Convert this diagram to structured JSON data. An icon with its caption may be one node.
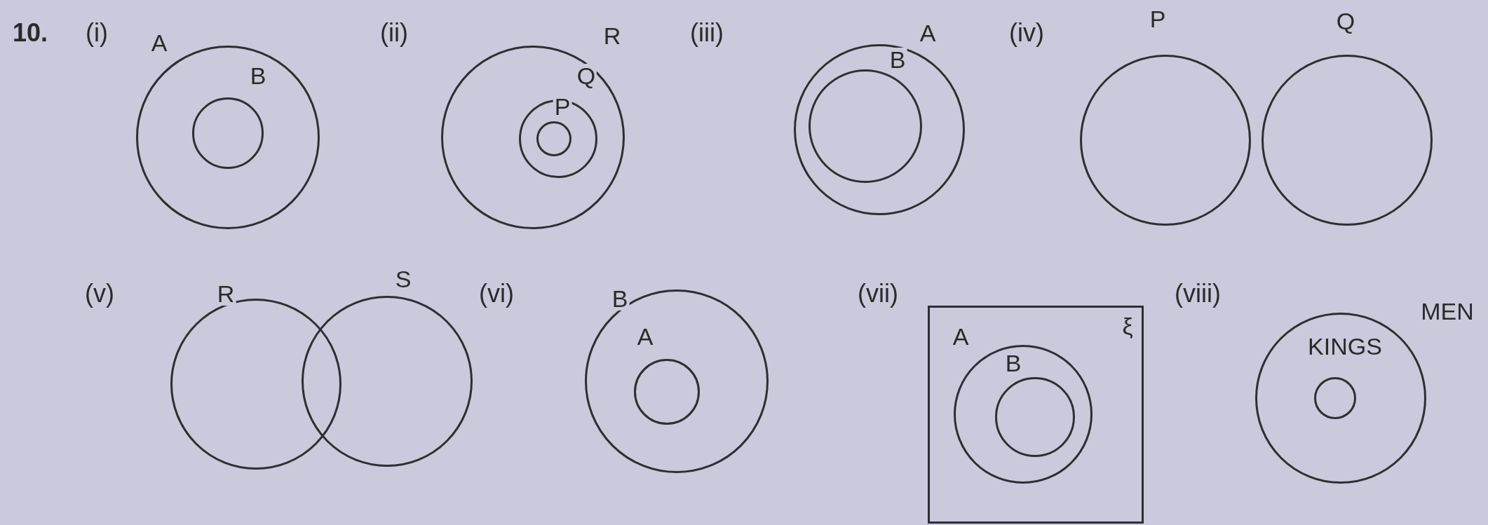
{
  "diagram": {
    "nodes": [
      {
        "text": [
          "A"
        ]
      },
      {
        "text": [
          "B"
        ],
        "in": 0
      },
      {
        "text": [
          "R"
        ]
      },
      {
        "text": [
          "Q"
        ],
        "in": 2
      },
      {
        "text": [
          "P"
        ],
        "in": 3
      },
      {
        "text": [
          "A"
        ]
      },
      {
        "text": [
          "B"
        ],
        "in": 5
      },
      {
        "text": [
          "P"
        ]
      },
      {
        "text": [
          "Q"
        ]
      },
      {
        "text": [
          "R"
        ]
      },
      {
        "text": [
          "S"
        ]
      },
      {
        "text": [
          "B"
        ]
      },
      {
        "text": [
          "A"
        ],
        "in": 11
      },
      {
        "text": [
          "ξ"
        ]
      },
      {
        "text": [
          "A"
        ],
        "in": 13
      },
      {
        "text": [
          "B"
        ],
        "in": 14
      },
      {
        "text": [
          "MEN"
        ]
      },
      {
        "text": [
          "KINGS"
        ],
        "in": 16
      }
    ],
    "edges": [],
    "labels": [
      "10.",
      "(i)",
      "(ii)",
      "(iii)",
      "(iv)",
      "(v)",
      "(vi)",
      "(vii)",
      "(viii)"
    ]
  }
}
